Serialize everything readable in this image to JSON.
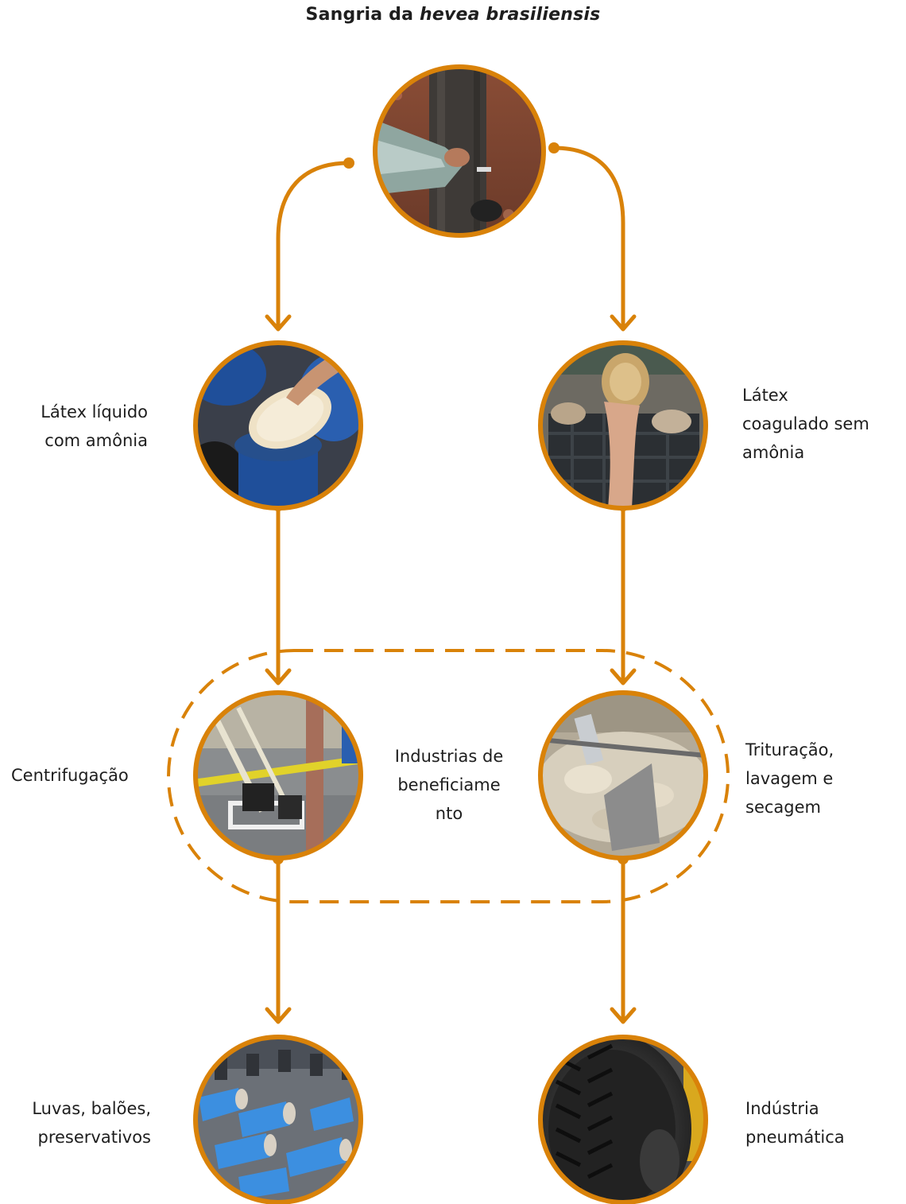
{
  "title": {
    "prefix": "Sangria da ",
    "italic": "hevea brasiliensis"
  },
  "accent_color": "#d98209",
  "nodes": {
    "tapping": {
      "image": "photo: worker tapping a rubber tree trunk"
    },
    "liquid_latex": {
      "label_lines": [
        "Látex líquido",
        "com amônia"
      ],
      "image": "photo: hand stirring liquid latex in a blue drum"
    },
    "coagulated_latex": {
      "label_lines": [
        "Látex",
        "coagulado sem",
        "amônia"
      ],
      "image": "photo: hand holding a lump of coagulated latex over crates"
    },
    "centrifugation": {
      "label": "Centrifugação",
      "image": "photo: centrifuge machinery in a factory"
    },
    "crushing": {
      "label_lines": [
        "Trituração,",
        "lavagem e",
        "secagem"
      ],
      "image": "photo: crushing and washing machine with rubber pieces"
    },
    "industries": {
      "label_lines": [
        "Industrias de",
        "beneficiame",
        "nto"
      ]
    },
    "gloves": {
      "label_lines": [
        "Luvas, balões,",
        "preservativos"
      ],
      "image": "photo: blue gloves on a production line"
    },
    "tires": {
      "label_lines": [
        "Indústria",
        "pneumática"
      ],
      "image": "photo: close-up of a truck tire tread"
    }
  }
}
